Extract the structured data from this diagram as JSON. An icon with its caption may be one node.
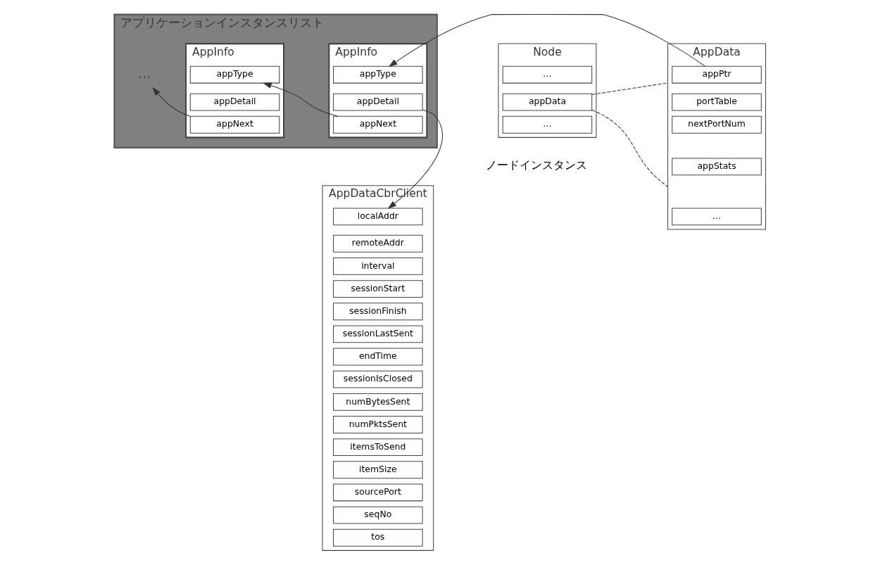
{
  "diagram": {
    "nodes": [
      {
        "text": [
          "アプリケーションインスタンスリスト"
        ]
      },
      {
        "text": [
          "Node"
        ],
        "beside": [
          "ノードインスタンス"
        ]
      },
      {
        "text": [
          "…"
        ],
        "in": 1
      },
      {
        "text": [
          "appData"
        ],
        "in": 1
      },
      {
        "text": [
          "…"
        ],
        "in": 1
      },
      {
        "text": [
          "AppData"
        ]
      },
      {
        "text": [
          "appPtr"
        ],
        "in": 5
      },
      {
        "text": [
          "portTable"
        ],
        "in": 5
      },
      {
        "text": [
          "nextPortNum"
        ],
        "in": 5
      },
      {
        "text": [
          "appStats"
        ],
        "in": 5
      },
      {
        "text": [
          "…"
        ],
        "in": 5
      },
      {
        "text": [
          "AppInfo"
        ],
        "in": 0
      },
      {
        "text": [
          "appType"
        ],
        "in": 11
      },
      {
        "text": [
          "appDetail"
        ],
        "in": 11
      },
      {
        "text": [
          "appNext"
        ],
        "in": 11
      },
      {
        "text": [
          "AppInfo"
        ],
        "in": 0
      },
      {
        "text": [
          "appType"
        ],
        "in": 15
      },
      {
        "text": [
          "appDetail"
        ],
        "in": 15
      },
      {
        "text": [
          "appNext"
        ],
        "in": 15
      },
      {
        "text": [
          "…"
        ],
        "in": 0
      },
      {
        "text": [
          "AppDataCbrClient"
        ]
      },
      {
        "text": [
          "localAddr"
        ],
        "in": 20
      },
      {
        "text": [
          "remoteAddr"
        ],
        "in": 20
      },
      {
        "text": [
          "interval"
        ],
        "in": 20
      },
      {
        "text": [
          "sessionStart"
        ],
        "in": 20
      },
      {
        "text": [
          "sessionFinish"
        ],
        "in": 20
      },
      {
        "text": [
          "sessionLastSent"
        ],
        "in": 20
      },
      {
        "text": [
          "endTime"
        ],
        "in": 20
      },
      {
        "text": [
          "sessionIsClosed"
        ],
        "in": 20
      },
      {
        "text": [
          "numBytesSent"
        ],
        "in": 20
      },
      {
        "text": [
          "numPktsSent"
        ],
        "in": 20
      },
      {
        "text": [
          "itemsToSend"
        ],
        "in": 20
      },
      {
        "text": [
          "itemSize"
        ],
        "in": 20
      },
      {
        "text": [
          "sourcePort"
        ],
        "in": 20
      },
      {
        "text": [
          "seqNo"
        ],
        "in": 20
      },
      {
        "text": [
          "tos"
        ],
        "in": 20
      }
    ],
    "edges": [
      {
        "from": 3,
        "to": 5,
        "arrow": "none",
        "style": "dashed"
      },
      {
        "from": 3,
        "to": 5,
        "arrow": "none",
        "style": "dashed"
      },
      {
        "from": 6,
        "to": 12,
        "arrow": "to"
      },
      {
        "from": 13,
        "to": 21,
        "arrow": "to"
      },
      {
        "from": 14,
        "to": 16,
        "arrow": "to"
      },
      {
        "from": 18,
        "to": 19,
        "arrow": "to"
      }
    ]
  }
}
